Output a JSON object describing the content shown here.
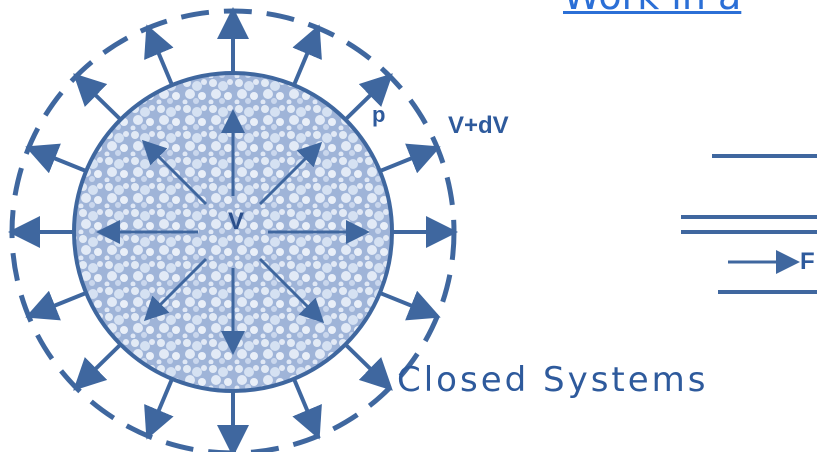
{
  "header": {
    "title_link": "Work in a"
  },
  "diagram": {
    "pressure_label": "p",
    "expanded_volume_label": "V+dV",
    "volume_label": "V",
    "force_label": "F",
    "caption": "Closed Systems"
  },
  "icons": {
    "outward_pressure_arrows": "arrow-icon",
    "inner_expansion_arrows": "arrow-icon",
    "force_arrow": "arrow-icon"
  },
  "colors": {
    "diagram_stroke": "#3f679f",
    "diagram_fill": "#8ea8cf",
    "link": "#2b6fd6",
    "label": "#2e5a9c"
  }
}
